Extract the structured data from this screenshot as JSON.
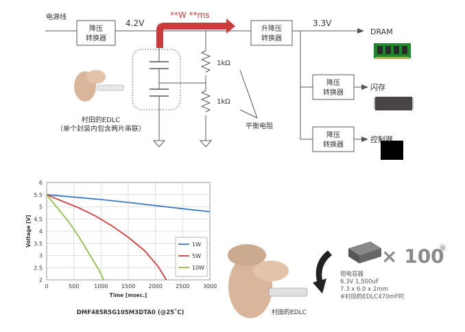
{
  "circuit": {
    "power_line_label": "电源线",
    "v_in": "4.2V",
    "v_out": "3.3V",
    "power_arrow_label": "**W  **ms",
    "buck_converter": [
      "降压",
      "转换器"
    ],
    "buck_boost_converter": [
      "升降压",
      "转换器"
    ],
    "resistor_top": "1kΩ",
    "resistor_bottom": "1kΩ",
    "balance_resistor": "平衡电阻",
    "edlc_caption": [
      "村田的EDLC",
      "（单个封装内包含两片串联）"
    ],
    "outputs": [
      {
        "label": "DRAM",
        "color": "#1a8a2a"
      },
      {
        "label": "闪存",
        "color": "#4a4448"
      },
      {
        "label": "控制器",
        "color": "#000000"
      }
    ],
    "arrow_color": "#c83c3c"
  },
  "chart_data": {
    "type": "line",
    "title": "DMF485R5G105M3DTA0  (@25˚C)",
    "xlabel": "Time [msec.]",
    "ylabel": "Voltage [V]",
    "xlim": [
      0,
      3000
    ],
    "ylim": [
      2,
      6
    ],
    "xticks": [
      0,
      500,
      1000,
      1500,
      2000,
      2500,
      3000
    ],
    "yticks": [
      2,
      2.5,
      3,
      3.5,
      4,
      4.5,
      5,
      5.5,
      6
    ],
    "grid": true,
    "legend_position": "inside right",
    "series": [
      {
        "name": "1W",
        "color": "#3a78c0",
        "x": [
          0,
          500,
          1000,
          1500,
          2000,
          2500,
          3000
        ],
        "y": [
          5.5,
          5.4,
          5.3,
          5.18,
          5.05,
          4.92,
          4.8
        ]
      },
      {
        "name": "5W",
        "color": "#d23a3a",
        "x": [
          0,
          300,
          600,
          900,
          1200,
          1500,
          1800,
          2050,
          2200
        ],
        "y": [
          5.5,
          5.22,
          4.95,
          4.62,
          4.22,
          3.75,
          3.2,
          2.55,
          2.0
        ]
      },
      {
        "name": "10W",
        "color": "#8ec046",
        "x": [
          0,
          200,
          400,
          600,
          800,
          950,
          1050
        ],
        "y": [
          5.5,
          4.95,
          4.4,
          3.75,
          3.0,
          2.45,
          2.0
        ]
      }
    ]
  },
  "comparison": {
    "multiplier": "× 100",
    "mark": "※",
    "capacitor_info": [
      "钽电容器",
      "6.3V 1,500uF",
      "7.3 x 6.0 x 2mm",
      "※村田的EDLC470mF时"
    ],
    "photo_caption": "村田的EDLC"
  }
}
